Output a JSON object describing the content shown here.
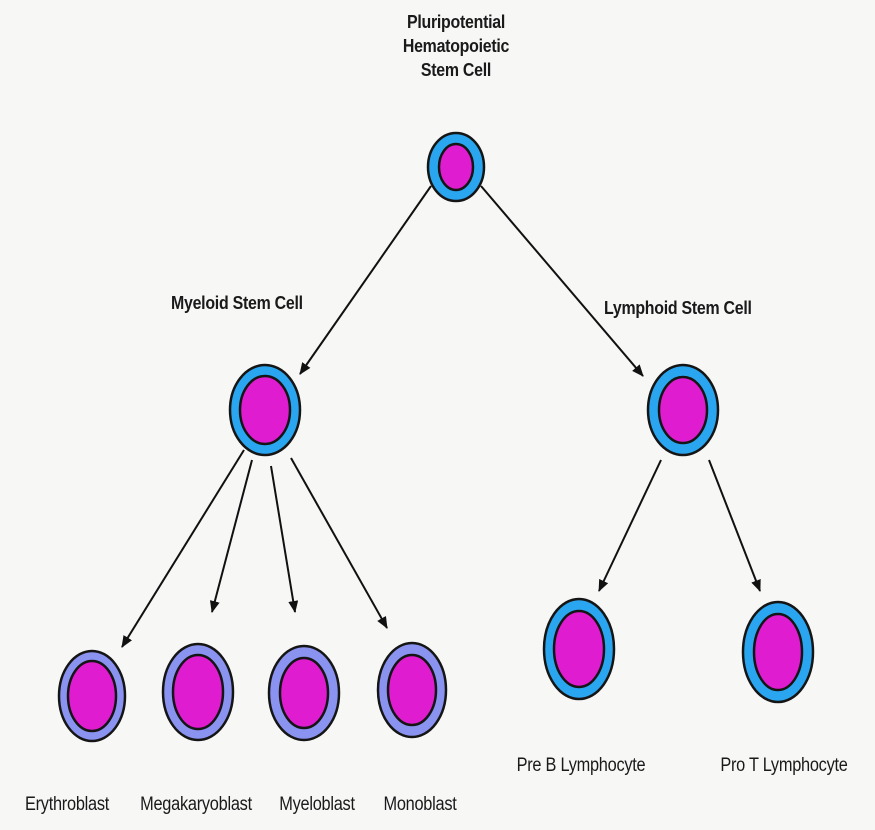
{
  "diagram": {
    "root": {
      "title_lines": [
        "Pluripotential",
        "Hematopoietic",
        "Stem Cell"
      ]
    },
    "branches": {
      "myeloid": {
        "label": "Myeloid Stem Cell",
        "children": [
          "Erythroblast",
          "Megakaryoblast",
          "Myeloblast",
          "Monoblast"
        ]
      },
      "lymphoid": {
        "label": "Lymphoid Stem Cell",
        "children": [
          "Pre B Lymphocyte",
          "Pro T Lymphocyte"
        ]
      }
    },
    "colors": {
      "background": "#f7f7f6",
      "nucleus": "#e01cd0",
      "stem_membrane": "#2aa6f0",
      "blast_membrane": "#8a93f0",
      "outline": "#151515",
      "arrow": "#111111"
    }
  }
}
